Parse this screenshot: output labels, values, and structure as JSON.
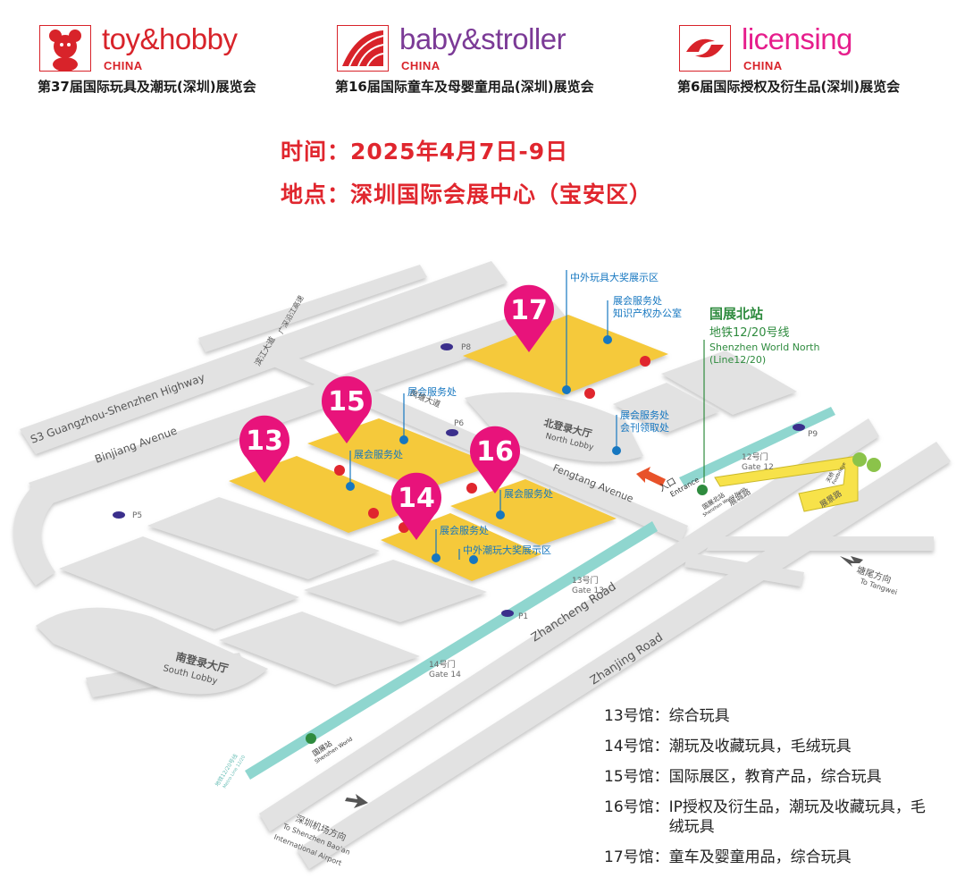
{
  "logos": {
    "toy": {
      "brand": "toy&hobby",
      "sub": "CHINA",
      "full": "第37届国际玩具及潮玩(深圳)展览会",
      "color": "#d8232a"
    },
    "baby": {
      "brand": "baby&stroller",
      "sub": "CHINA",
      "full": "第16届国际童车及母婴童用品(深圳)展览会",
      "color": "#7b3a96"
    },
    "lic": {
      "brand": "licensing",
      "sub": "CHINA",
      "full": "第6届国际授权及衍生品(深圳)展览会",
      "color": "#e61d8c"
    }
  },
  "info": {
    "time": "时间：2025年4月7日-9日",
    "place": "地点：深圳国际会展中心（宝安区）"
  },
  "map": {
    "roads": {
      "s3_highway": "S3 Guangzhou-Shenzhen Highway",
      "binjiang": "Binjiang Avenue",
      "fengtang": "Fengtang Avenue",
      "zhancheng": "Zhancheng Road",
      "zhanjing": "Zhanjing Road",
      "guangshen_cn": "广深沿江高速",
      "binjiang_cn": "滨江大道",
      "fengtang_cn": "凤塘大道",
      "zhancheng_cn": "展城路",
      "zhanjing_cn": "展景路"
    },
    "halls": [
      "13",
      "14",
      "15",
      "16",
      "17"
    ],
    "hall_colors": {
      "pin": "#e8137b",
      "hall": "#f5c93a",
      "grey": "#e2e2e2",
      "metro": "#8fd6cf",
      "info_dot": "#1677c0",
      "p_dot": "#3b2f8c"
    },
    "labels": {
      "toy_award": "中外玩具大奖展示区",
      "service_ip": "展会服务处",
      "ip_office": "知识产权办公室",
      "service_15": "展会服务处",
      "service_13": "展会服务处",
      "service_16": "展会服务处",
      "service_14": "展会服务处",
      "trend_award": "中外潮玩大奖展示区",
      "service_north": "展会服务处",
      "journal": "会刊领取处"
    },
    "station": {
      "cn": "国展北站",
      "line_cn": "地铁12/20号线",
      "en1": "Shenzhen World North",
      "en2": "(Line12/20)"
    },
    "lobbies": {
      "north_cn": "北登录大厅",
      "north_en": "North Lobby",
      "south_cn": "南登录大厅",
      "south_en": "South Lobby"
    },
    "entrance": {
      "cn": "入口",
      "en": "Entrance"
    },
    "parking": [
      "P1",
      "P5",
      "P6",
      "P8",
      "P9"
    ],
    "gates": {
      "g12_cn": "12号门",
      "g12_en": "Gate 12",
      "g13_cn": "13号门",
      "g13_en": "Gate 13",
      "g14_cn": "14号门",
      "g14_en": "Gate 14"
    },
    "metro_small": {
      "north_cn": "国展北站",
      "north_en": "Shenzhen World North",
      "sw_cn": "国展站",
      "sw_en": "Shenzhen World",
      "line_cn": "地铁12/20号线",
      "line_en": "Metro Line 12/20"
    },
    "footbridge": {
      "cn": "天桥",
      "en": "Footbridge"
    },
    "directions": {
      "tangwei_cn": "塘尾方向",
      "tangwei_en": "To Tangwei",
      "airport_cn": "深圳机场方向",
      "airport_en1": "To Shenzhen Bao'an",
      "airport_en2": "International Airport"
    }
  },
  "legend": [
    {
      "hall": "13号馆：",
      "desc": "综合玩具"
    },
    {
      "hall": "14号馆：",
      "desc": "潮玩及收藏玩具，毛绒玩具"
    },
    {
      "hall": "15号馆：",
      "desc": "国际展区，教育产品，综合玩具"
    },
    {
      "hall": "16号馆：",
      "desc": "IP授权及衍生品，潮玩及收藏玩具，毛绒玩具"
    },
    {
      "hall": "17号馆：",
      "desc": "童车及婴童用品，综合玩具"
    }
  ]
}
